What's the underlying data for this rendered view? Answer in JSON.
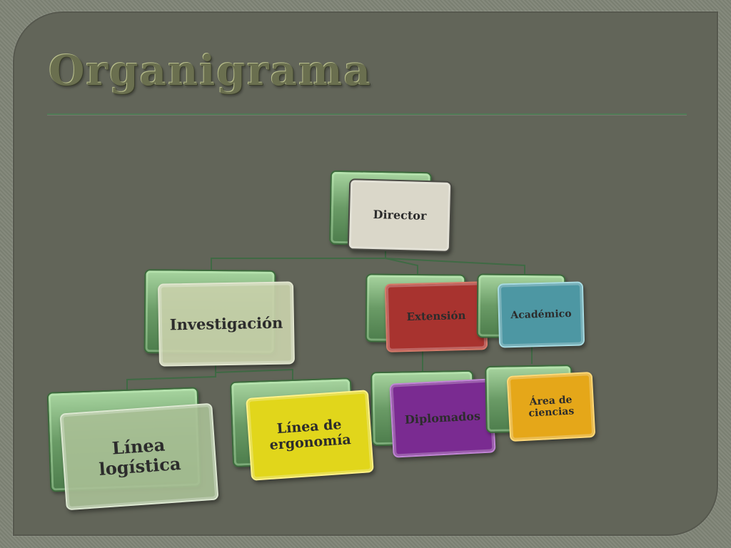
{
  "slide": {
    "title": "Organigrama"
  },
  "org_chart": {
    "director": "Director",
    "investigacion": "Investigación",
    "extension": "Extensión",
    "academico": "Académico",
    "linea_logistica": "Línea\nlogística",
    "linea_ergonomia": "Línea de\nergonomía",
    "diplomados": "Diplomados",
    "area_ciencias": "Área de\nciencias"
  },
  "colors": {
    "connector": "#3f6a44",
    "node_back": "#6a9b66",
    "director": "#dad7c9",
    "investigacion": "#c8d0aa",
    "extension": "#a8332f",
    "academico": "#4d97a3",
    "linea_logistica": "#aac096",
    "linea_ergonomia": "#e1d61b",
    "diplomados": "#7a2b91",
    "area_ciencias": "#e5a719"
  }
}
